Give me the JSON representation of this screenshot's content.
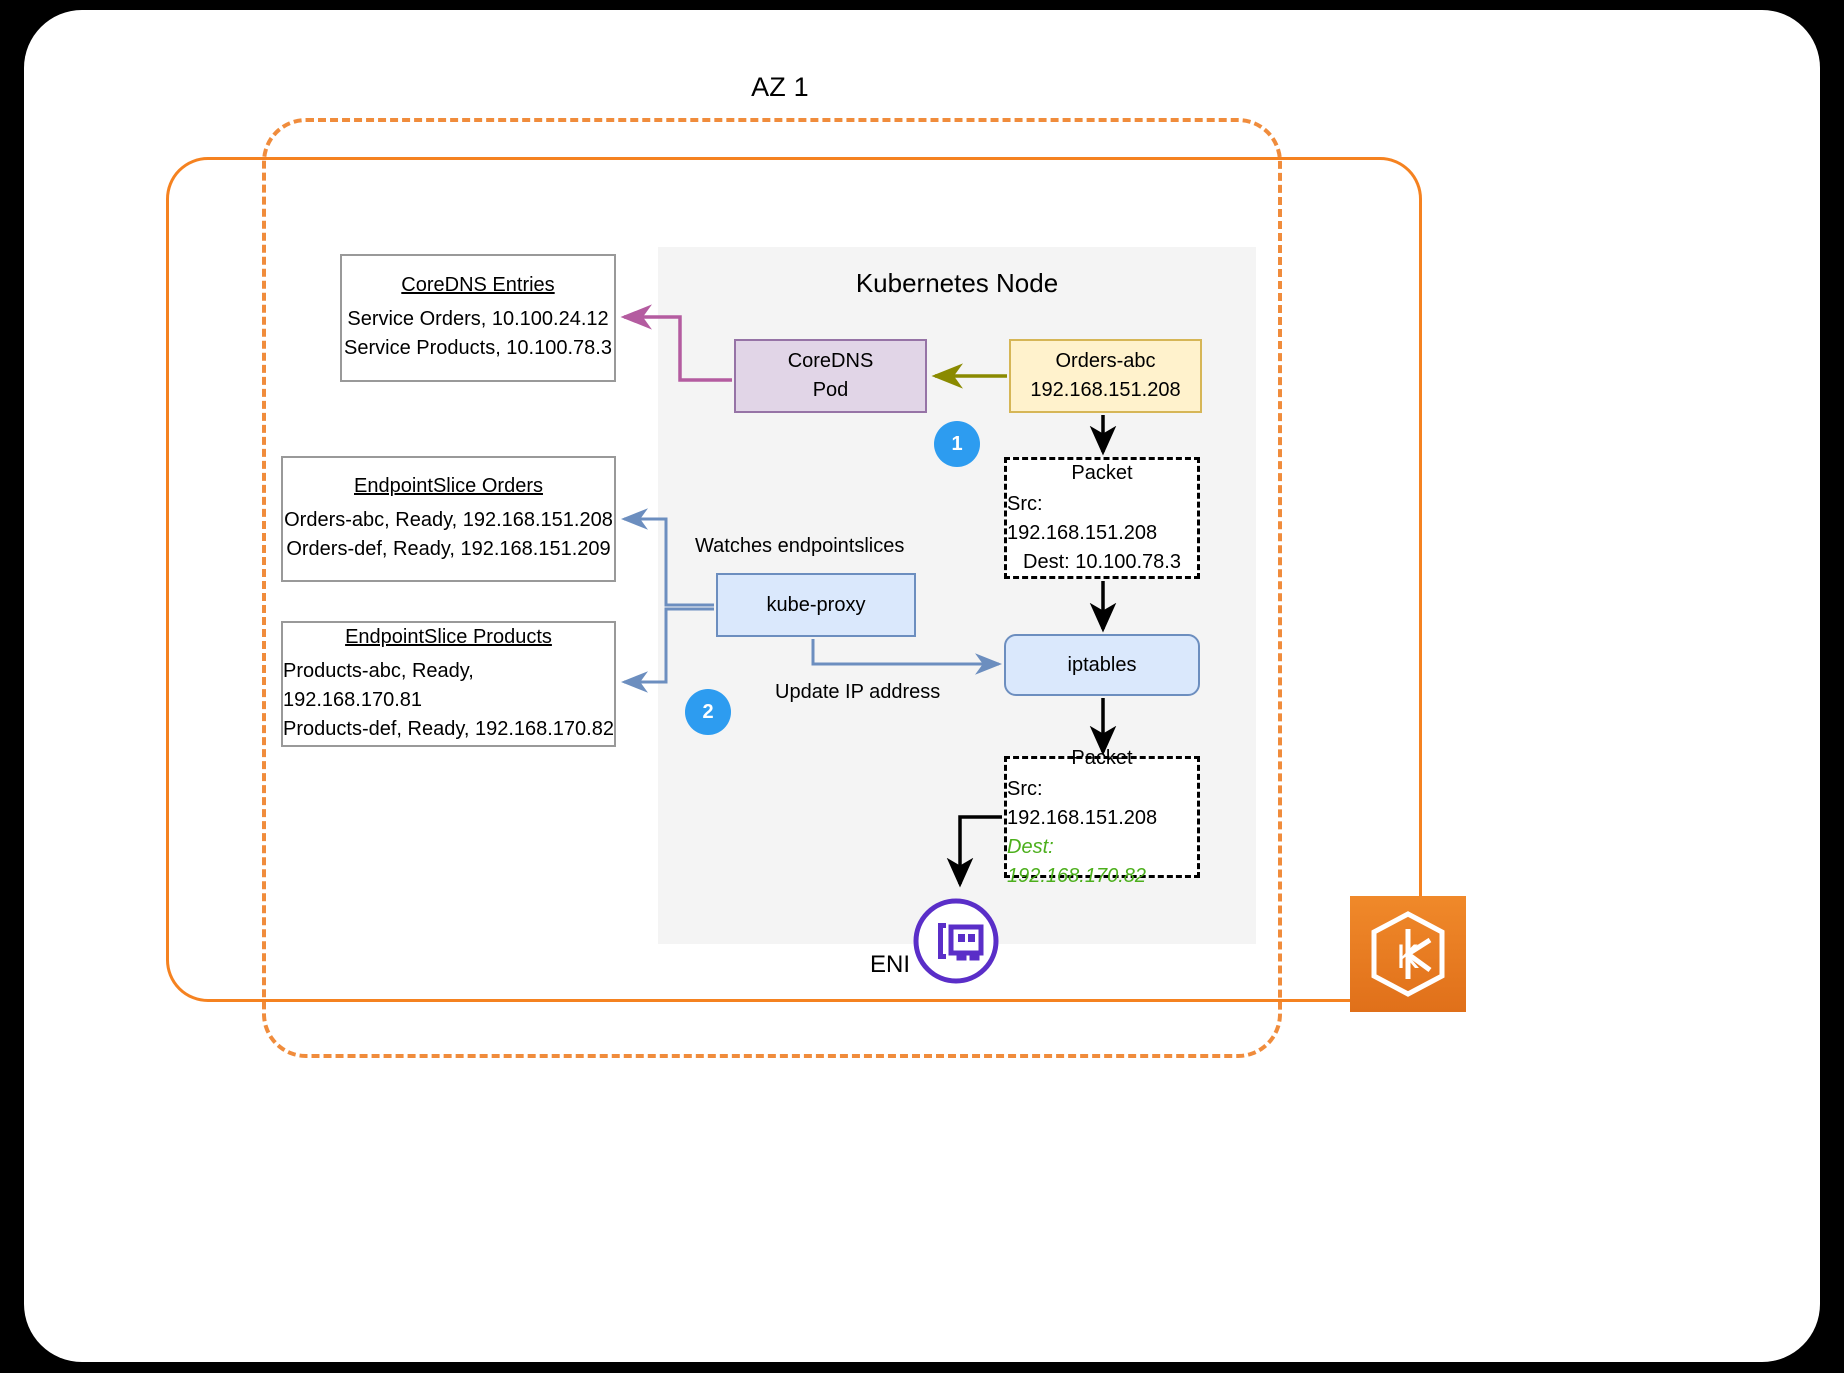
{
  "diagram": {
    "az_title": "AZ 1",
    "node_title": "Kubernetes Node"
  },
  "boxes": {
    "coredns_entries": {
      "title": "CoreDNS Entries",
      "lines": [
        "Service Orders, 10.100.24.12",
        "Service Products, 10.100.78.3"
      ]
    },
    "endpointslice_orders": {
      "title": "EndpointSlice Orders",
      "lines": [
        "Orders-abc, Ready, 192.168.151.208",
        "Orders-def, Ready, 192.168.151.209"
      ]
    },
    "endpointslice_products": {
      "title": "EndpointSlice Products",
      "lines": [
        "Products-abc, Ready, 192.168.170.81",
        "Products-def, Ready, 192.168.170.82"
      ]
    },
    "coredns_pod": {
      "line1": "CoreDNS",
      "line2": "Pod"
    },
    "orders_pod": {
      "line1": "Orders-abc",
      "line2": "192.168.151.208"
    },
    "kube_proxy": {
      "label": "kube-proxy"
    },
    "iptables": {
      "label": "iptables"
    },
    "packet_before": {
      "title": "Packet",
      "src": "Src: 192.168.151.208",
      "dest": "Dest: 10.100.78.3"
    },
    "packet_after": {
      "title": "Packet",
      "src": "Src: 192.168.151.208",
      "dest": "Dest: 192.168.170.82"
    }
  },
  "labels": {
    "watches_endpointslices": "Watches endpointslices",
    "update_ip_address": "Update IP address",
    "eni": "ENI"
  },
  "badges": {
    "step_one": "1",
    "step_two": "2"
  },
  "icons": {
    "eni": "network-interface-card-icon",
    "eks": "eks-logo-icon"
  },
  "colors": {
    "az_dashed_border": "#f08c3c",
    "vpc_border": "#f58220",
    "node_panel": "#f4f4f4",
    "coredns_pod_fill": "#e1d5e7",
    "coredns_pod_stroke": "#9673a6",
    "orders_pod_fill": "#fff2cc",
    "orders_pod_stroke": "#d6b656",
    "kube_proxy_fill": "#dae8fc",
    "kube_proxy_stroke": "#6c8ebf",
    "badge_blue": "#2d9cf0",
    "dns_arrow_purple": "#b45ca0",
    "dns_query_olive": "#8a8a00",
    "highlight_green": "#4caf1c",
    "eks_orange": "#ef8b2c",
    "eni_purple": "#5a2ec8"
  }
}
